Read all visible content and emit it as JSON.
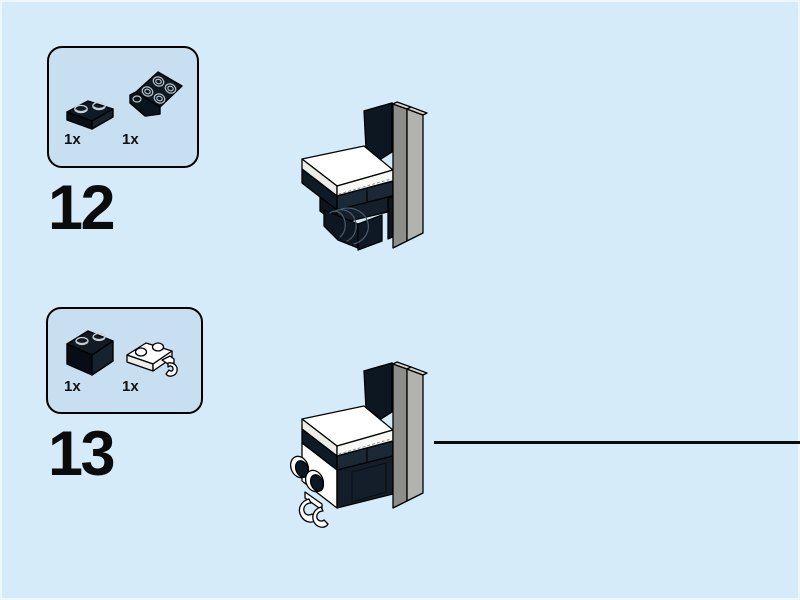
{
  "page": {
    "background_color": "#d6ebfa",
    "callout_fill_color": "#c8dff2",
    "callout_border_color": "#000000",
    "divider_color": "#0b0b0b",
    "part_dark_color": "#0e1a26",
    "part_white_color": "#ffffff",
    "part_gray_color": "#8d8e8a"
  },
  "steps": [
    {
      "number": "12",
      "parts": [
        {
          "icon": "black-plate-1x2",
          "quantity": "1x"
        },
        {
          "icon": "black-bracket-1x2-2x2",
          "quantity": "1x"
        }
      ]
    },
    {
      "number": "13",
      "parts": [
        {
          "icon": "black-brick-1x2",
          "quantity": "1x"
        },
        {
          "icon": "white-plate-1x2-with-clip",
          "quantity": "1x"
        }
      ]
    }
  ]
}
